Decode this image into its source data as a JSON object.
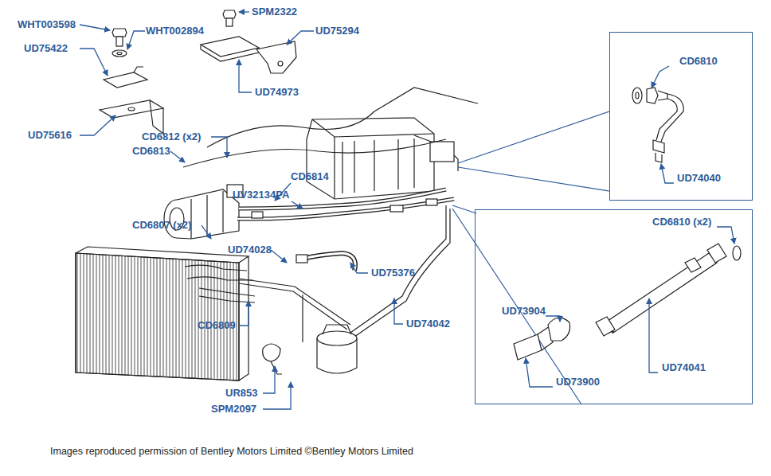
{
  "diagram": {
    "caption": "Images reproduced permission of Bentley Motors Limited ©Bentley Motors Limited",
    "nodes": [
      {
        "text": [
          "CD6810",
          "UD74040"
        ]
      },
      {
        "text": [
          "CD6810 (x2)",
          "UD73904",
          "UD74041",
          "UD73900"
        ]
      }
    ],
    "labels": [
      "WHT003598",
      "WHT002894",
      "UD75422",
      "UD75616",
      "SPM2322",
      "UD75294",
      "UD74973",
      "CD6812 (x2)",
      "CD6813",
      "CD6814",
      "UV32134PA",
      "CD6807 (x2)",
      "UD74028",
      "UD75376",
      "CD6809",
      "UD74042",
      "UR853",
      "SPM2097"
    ]
  }
}
